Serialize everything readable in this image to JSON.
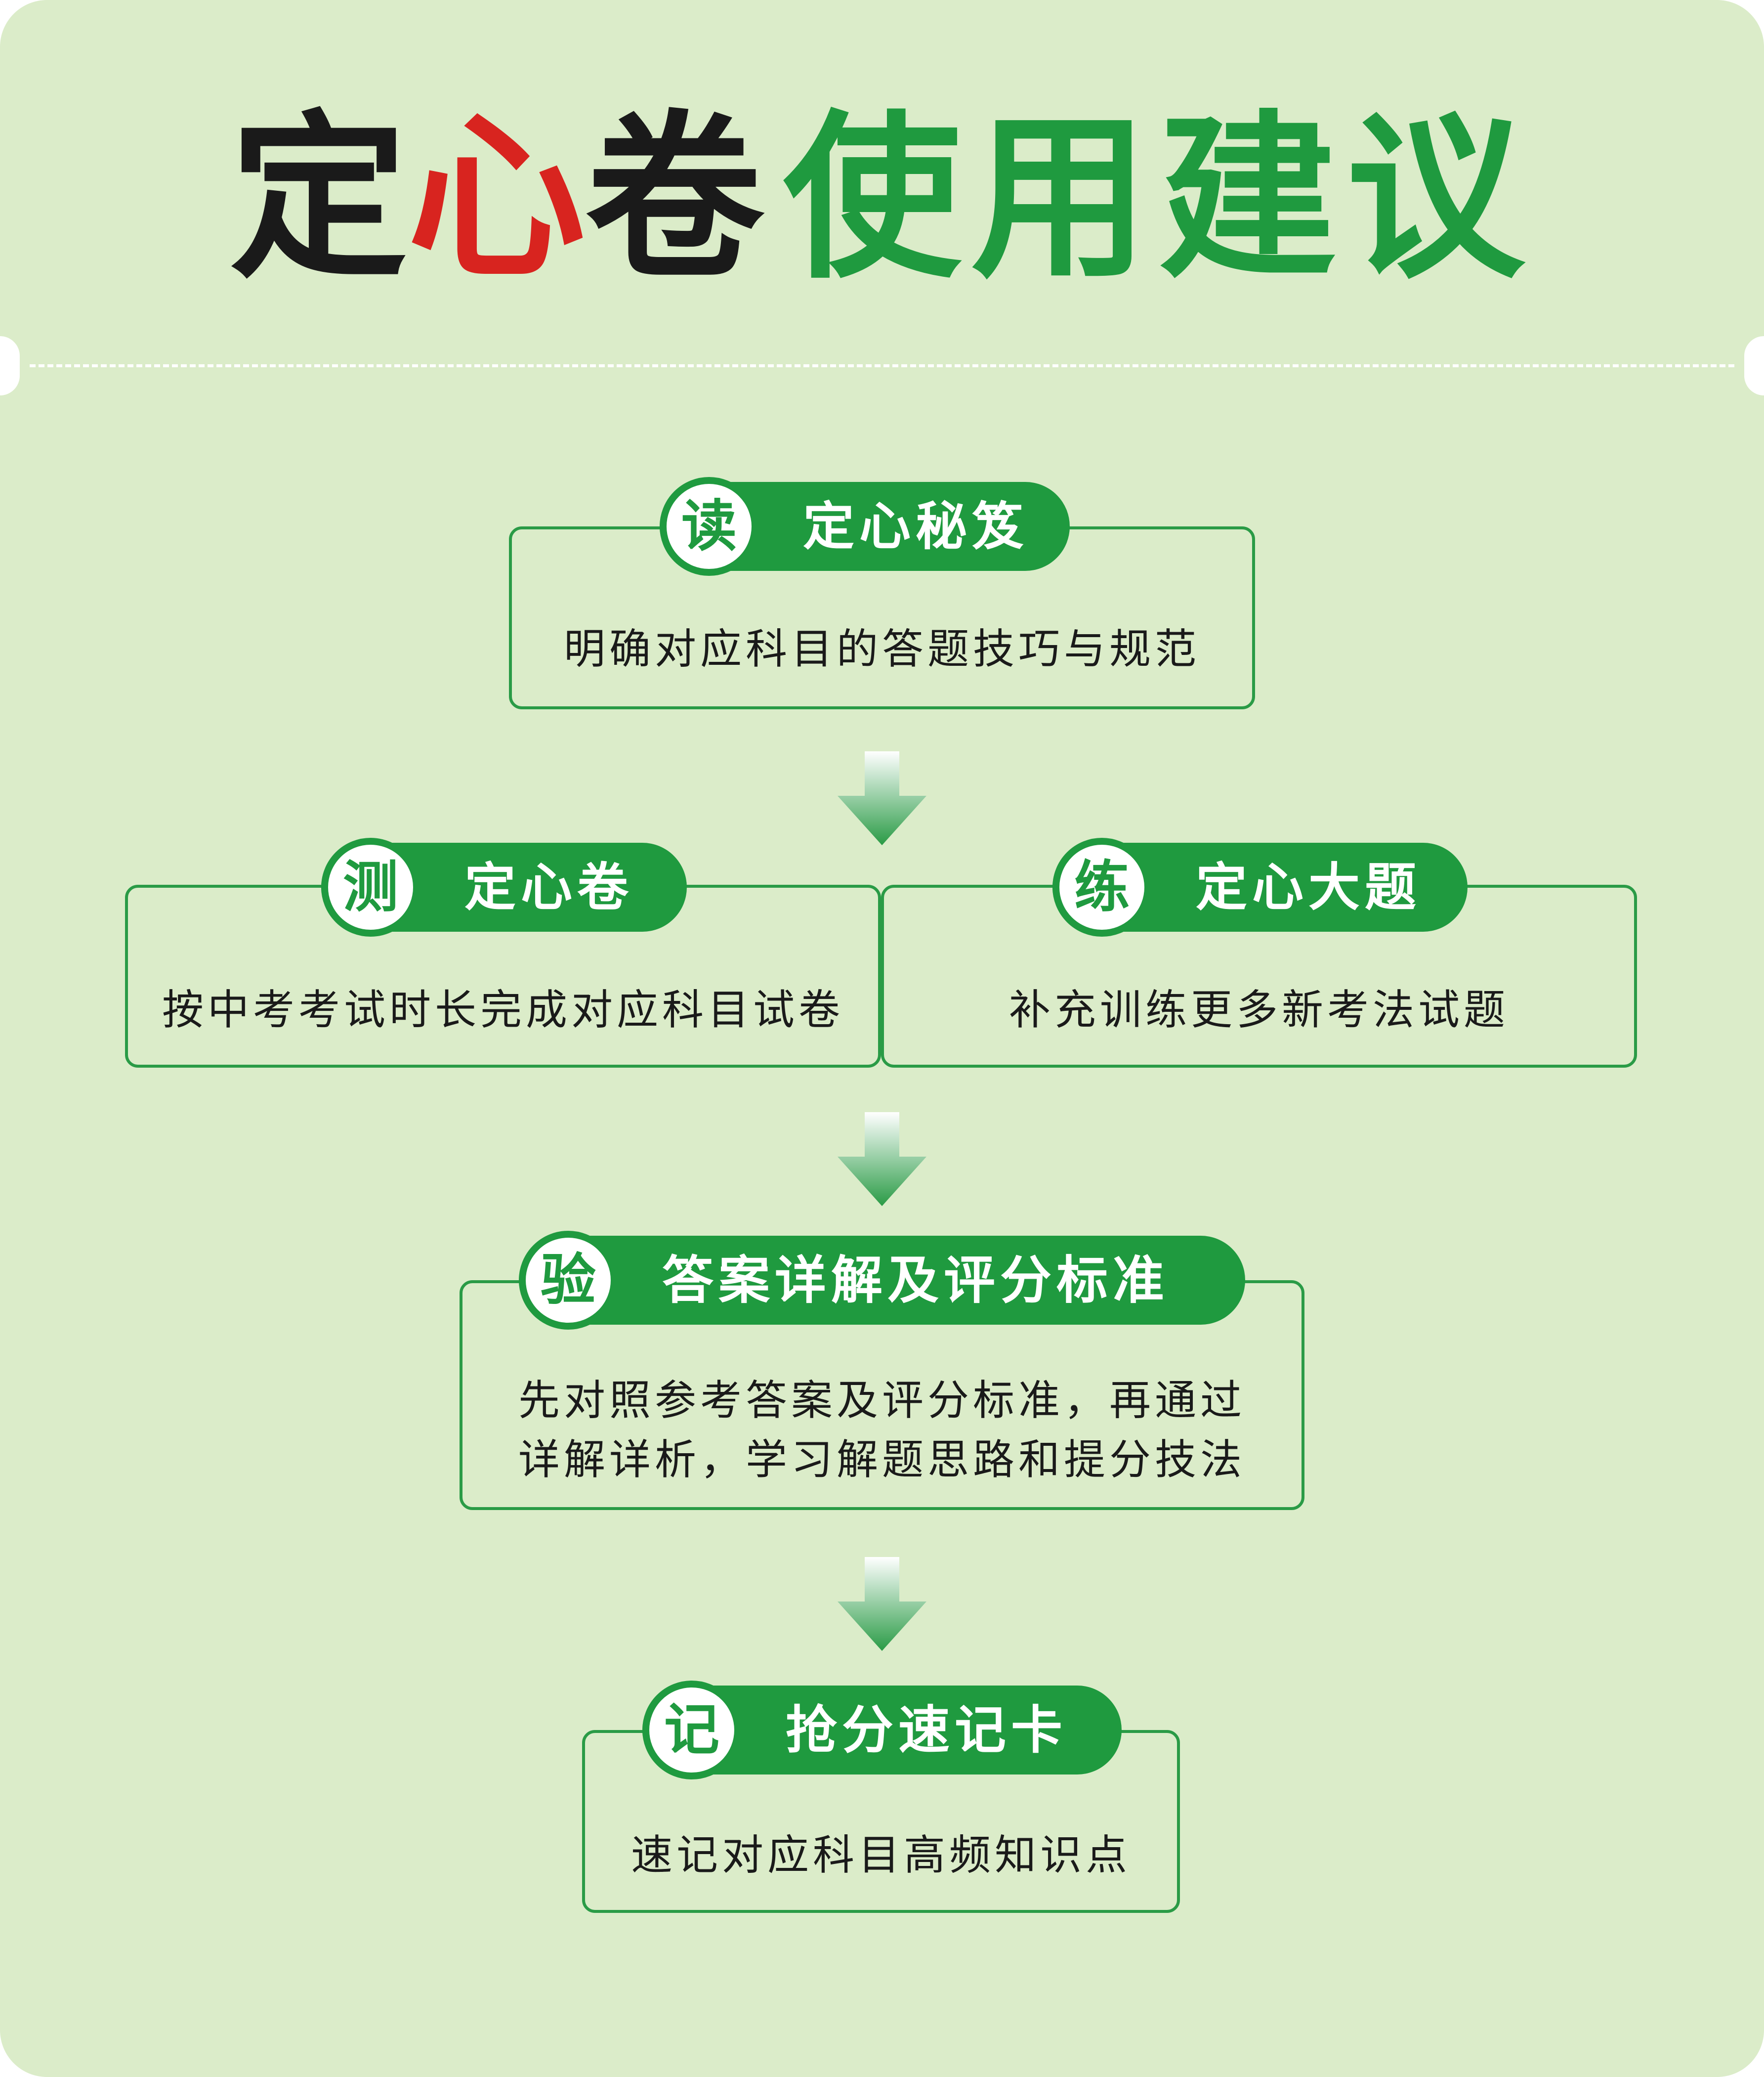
{
  "title": {
    "part1": "定",
    "part2": "心",
    "part3": "卷",
    "part4": "使用建议"
  },
  "steps": {
    "read": {
      "icon": "读",
      "label": "定心秘笈",
      "desc": "明确对应科目的答题技巧与规范"
    },
    "test": {
      "icon": "测",
      "label": "定心卷",
      "desc": "按中考考试时长完成对应科目试卷"
    },
    "practice": {
      "icon": "练",
      "label": "定心大题",
      "desc": "补充训练更多新考法试题"
    },
    "verify": {
      "icon": "验",
      "label": "答案详解及评分标准",
      "desc_line1": "先对照参考答案及评分标准，再通过",
      "desc_line2": "详解详析，学习解题思路和提分技法"
    },
    "memorize": {
      "icon": "记",
      "label": "抢分速记卡",
      "desc": "速记对应科目高频知识点"
    }
  },
  "colors": {
    "background": "#dbecc9",
    "accent_green": "#1f9a3f",
    "title_red": "#d8241f"
  }
}
